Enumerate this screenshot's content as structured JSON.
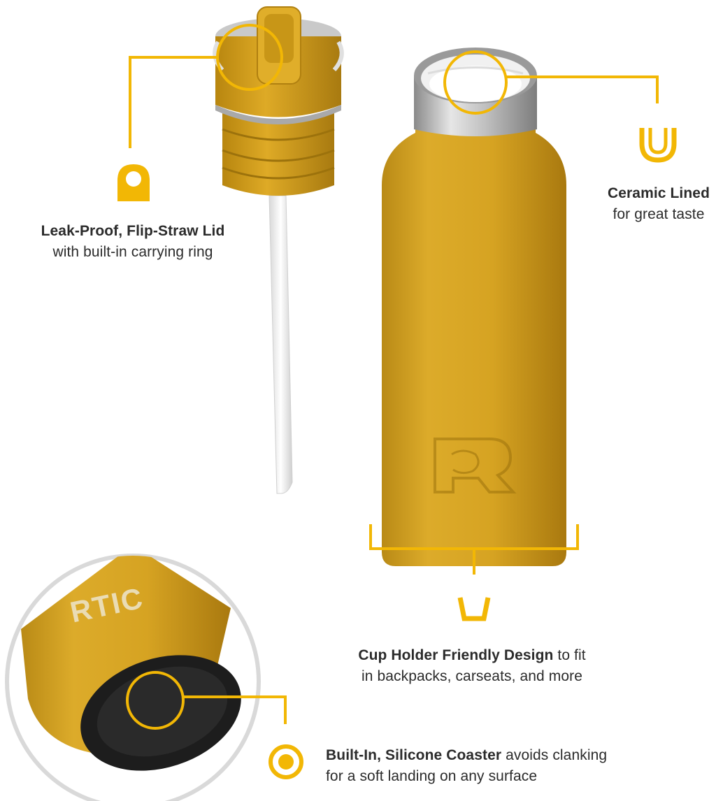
{
  "colors": {
    "accent": "#f2b705",
    "bottle": "#d4a01f",
    "text": "#2b2b2b",
    "steel": "#b9b9b9"
  },
  "callouts": {
    "lid": {
      "icon": "carry-ring-icon",
      "title": "Leak-Proof, Flip-Straw Lid",
      "subtitle": "with built-in carrying ring"
    },
    "ceramic": {
      "icon": "u-cup-icon",
      "title": "Ceramic Lined",
      "subtitle": "for great taste"
    },
    "cupholder": {
      "icon": "cup-holder-icon",
      "title": "Cup Holder Friendly Design",
      "title_suffix": " to fit",
      "subtitle": "in backpacks, carseats, and more"
    },
    "coaster": {
      "icon": "coaster-icon",
      "title": "Built-In, Silicone Coaster",
      "title_suffix": " avoids clanking",
      "subtitle": "for a soft landing on any surface"
    }
  },
  "branding": {
    "logo_text": "RTIC"
  }
}
